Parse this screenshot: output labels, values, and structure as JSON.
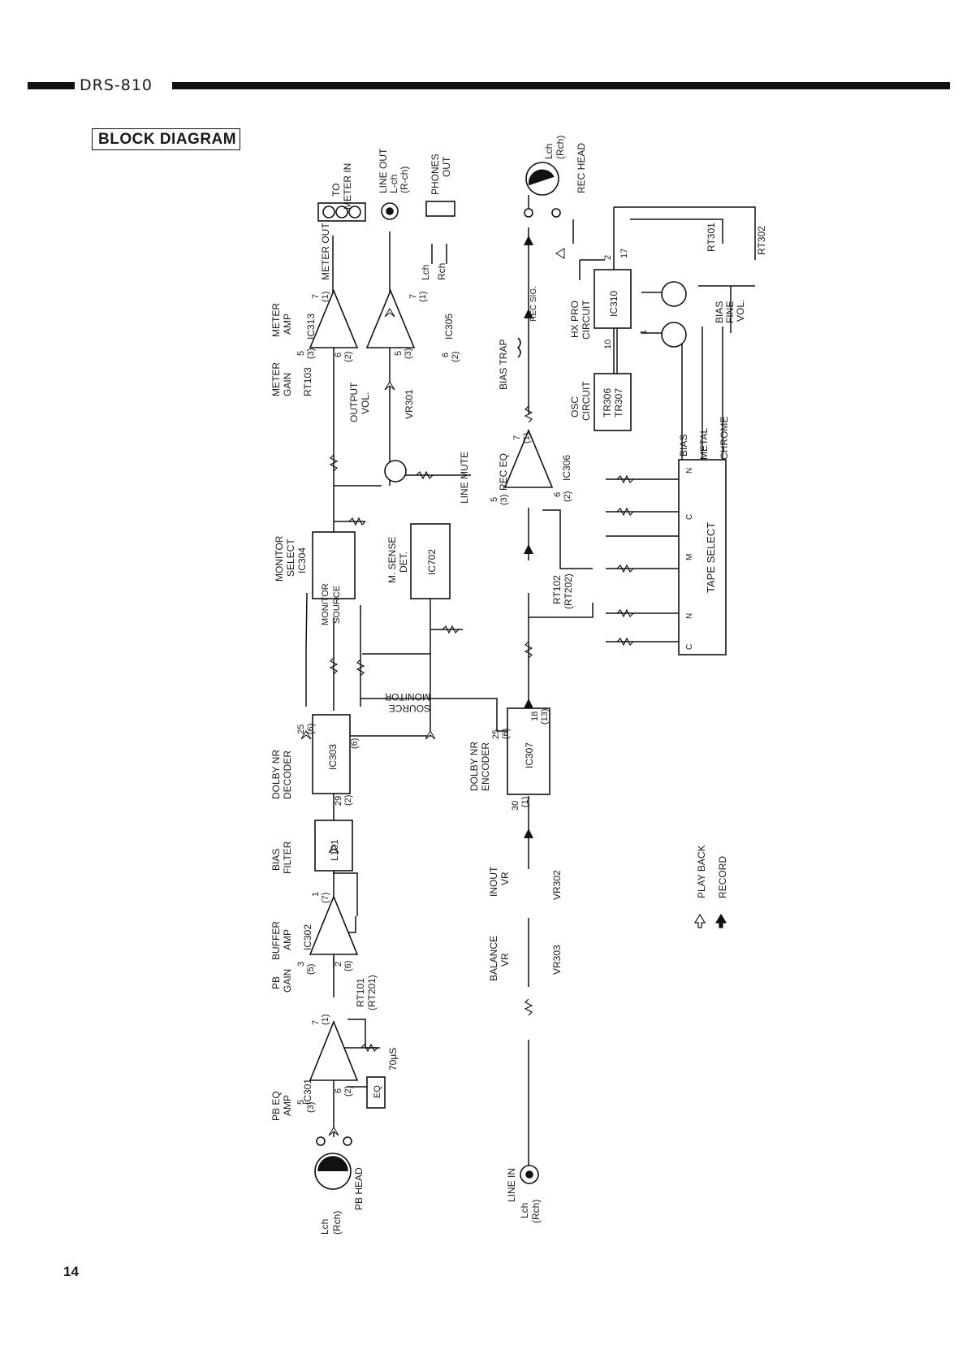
{
  "header": {
    "model": "DRS-810"
  },
  "title": "BLOCK DIAGRAM",
  "page_number": "14",
  "labels": {
    "pb_head": "PB HEAD",
    "lch_rch_pb": [
      "Lch",
      "(Rch)"
    ],
    "pb_eq_amp": [
      "PB EQ",
      "AMP"
    ],
    "ic301": "IC301",
    "eq": "EQ",
    "us70": "70μS",
    "pb_gain": [
      "PB",
      "GAIN"
    ],
    "rt101": [
      "RT101",
      "(RT201)"
    ],
    "buffer_amp": [
      "BUFFER",
      "AMP"
    ],
    "ic302": "IC302",
    "bias_filter": [
      "BIAS",
      "FILTER"
    ],
    "l101": "L101",
    "dolby_dec": [
      "DOLBY NR",
      "DECODER"
    ],
    "ic303": "IC303",
    "source_monitor": [
      "SOURCE",
      "MONITOR"
    ],
    "monitor_select": [
      "MONITOR",
      "SELECT",
      "IC304"
    ],
    "monitor": "MONITOR",
    "source": "SOURCE",
    "m_sense": [
      "M. SENSE",
      "DET."
    ],
    "ic702": "IC702",
    "meter_gain": [
      "METER",
      "GAIN"
    ],
    "rt103": "RT103",
    "output_vol": [
      "OUTPUT",
      "VOL."
    ],
    "vr301": "VR301",
    "meter_amp": [
      "METER",
      "AMP"
    ],
    "ic313": "IC313",
    "ic305": "IC305",
    "meter_out": "METER OUT",
    "to_meter_in": [
      "TO",
      "METER IN"
    ],
    "line_out": [
      "LINE OUT",
      "L-ch",
      "(R-ch)"
    ],
    "phones_out": [
      "PHONES",
      "OUT"
    ],
    "lch": "Lch",
    "rch": "Rch",
    "line_mute": "LINE MUTE",
    "line_in": "LINE IN",
    "lch_rch_in": [
      "Lch",
      "(Rch)"
    ],
    "balance_vr": [
      "BALANCE",
      "VR"
    ],
    "vr303": "VR303",
    "inout_vr": [
      "INOUT",
      "VR"
    ],
    "vr302": "VR302",
    "dolby_enc": [
      "DOLBY NR",
      "ENCODER"
    ],
    "ic307": "IC307",
    "rt102": [
      "RT102",
      "(RT202)"
    ],
    "rec_eq": "REC EQ",
    "ic306": "IC306",
    "bias_trap": "BIAS TRAP",
    "rec_sig": "REC SIG.",
    "rec_head": "REC HEAD",
    "lch_rch_rec": [
      "Lch",
      "(Rch)"
    ],
    "osc_circuit": [
      "OSC",
      "CIRCUIT"
    ],
    "tr306": [
      "TR306",
      "TR307"
    ],
    "hx_pro": [
      "HX PRO",
      "CIRCUIT"
    ],
    "ic310": "IC310",
    "rt301": "RT301",
    "rt302": "RT302",
    "bias_fine": [
      "BIAS",
      "FINE",
      "VOL."
    ],
    "bias": "BIAS",
    "metal": "METAL",
    "chrome": "CHROME",
    "tape_select": "TAPE SELECT",
    "ts_terms": [
      "C",
      "N",
      "M",
      "C",
      "N"
    ]
  },
  "pins": {
    "ic301": [
      "5",
      "(3)",
      "6",
      "(2)",
      "7",
      "(1)"
    ],
    "ic302": [
      "3",
      "(5)",
      "2",
      "(6)",
      "1",
      "(7)"
    ],
    "ic303": [
      "29",
      "(2)",
      "25",
      "(6)",
      "(6)"
    ],
    "ic313": [
      "5",
      "(3)",
      "6",
      "(2)",
      "7",
      "(1)"
    ],
    "ic305": [
      "5",
      "(3)",
      "6",
      "(2)",
      "7",
      "(1)"
    ],
    "ic307": [
      "30",
      "(1)",
      "25",
      "(6)",
      "18",
      "(13)"
    ],
    "ic306": [
      "5",
      "(3)",
      "6",
      "(2)",
      "7",
      "(1)"
    ],
    "ic310": [
      "2",
      "17",
      "10",
      "1"
    ]
  },
  "legend": [
    {
      "symbol": "hollow-arrow",
      "label": "PLAY BACK"
    },
    {
      "symbol": "solid-arrow",
      "label": "RECORD"
    }
  ]
}
